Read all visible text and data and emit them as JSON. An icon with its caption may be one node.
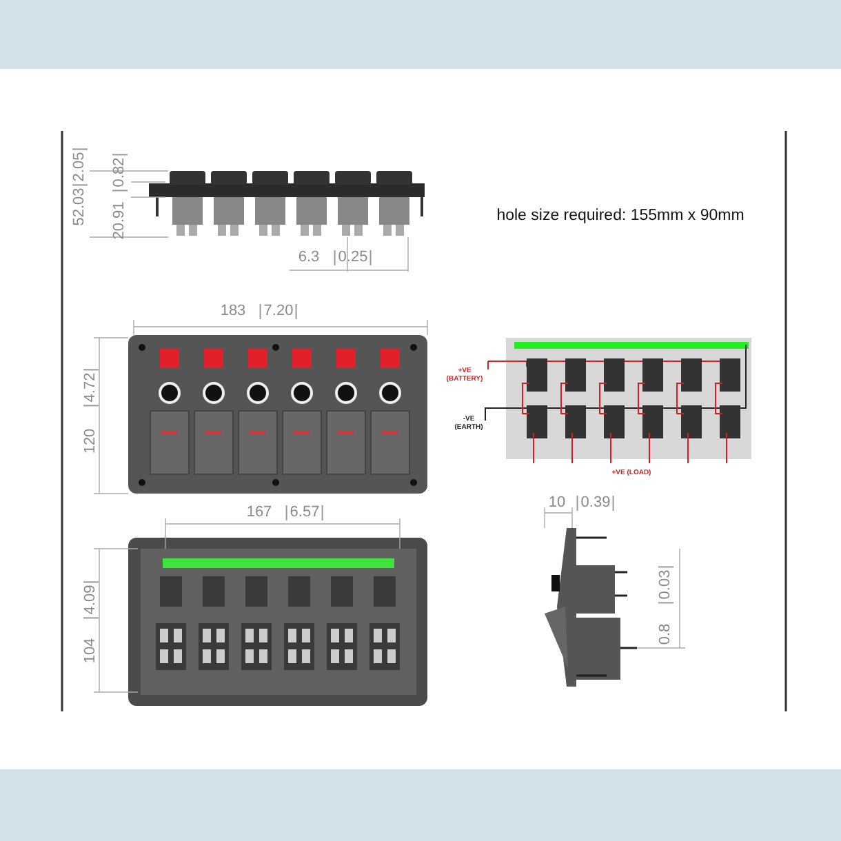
{
  "diagram": {
    "labels": [
      "52.03",
      "2.05",
      "20.91",
      "0.82",
      "6.3",
      "0.25",
      "hole size required: 155mm x 90mm",
      "183",
      "7.20",
      "120",
      "4.72",
      "+VE (BATTERY)",
      "-VE (EARTH)",
      "+VE (LOAD)",
      "167",
      "6.57",
      "10",
      "0.39",
      "104",
      "4.09",
      "0.8",
      "0.03"
    ]
  }
}
